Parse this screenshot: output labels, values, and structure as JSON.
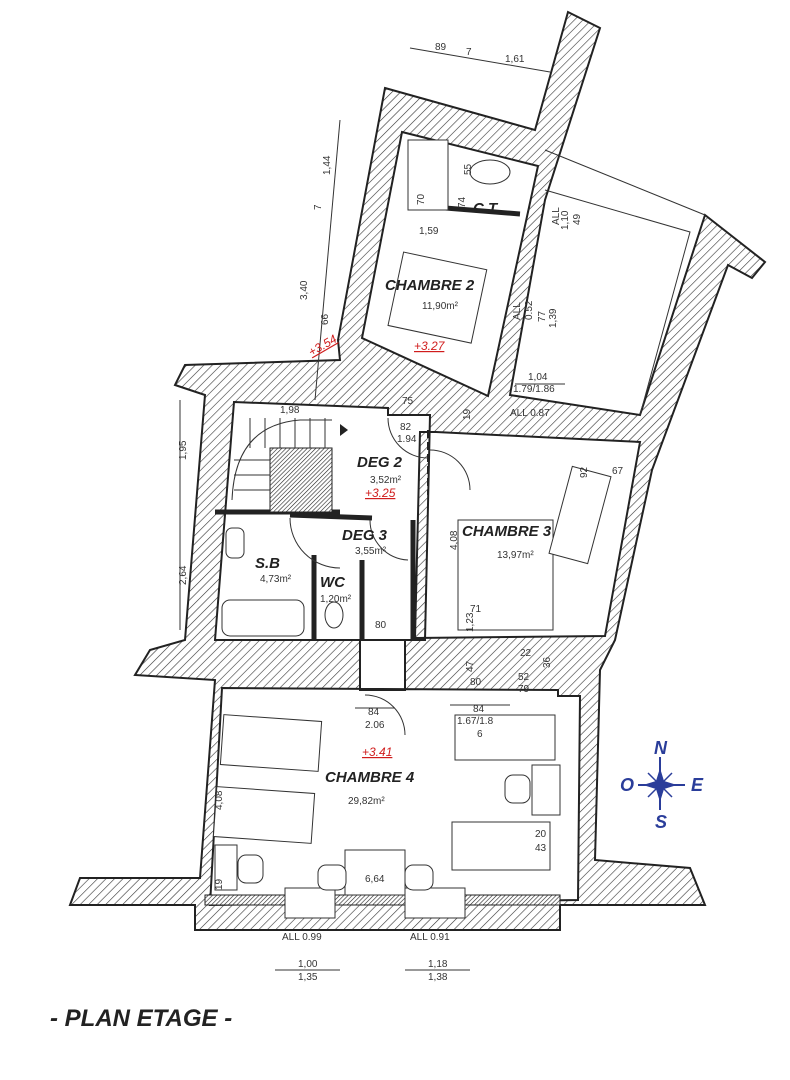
{
  "title": "- PLAN ETAGE -",
  "colors": {
    "walls": "#333333",
    "level_marks": "#d01c1c",
    "compass": "#2a3d9a"
  },
  "compass": {
    "n": "N",
    "o": "O",
    "e": "E",
    "s": "S"
  },
  "rooms": {
    "chambre2": {
      "name": "CHAMBRE 2",
      "area": "11,90m²",
      "level": "+3.27"
    },
    "ct": {
      "name": "C.T"
    },
    "deg2": {
      "name": "DEG 2",
      "area": "3,52m²",
      "level": "+3.25"
    },
    "deg3": {
      "name": "DEG 3",
      "area": "3,55m²"
    },
    "sb": {
      "name": "S.B",
      "area": "4,73m²"
    },
    "wc": {
      "name": "WC",
      "area": "1,20m²"
    },
    "chambre3": {
      "name": "CHAMBRE 3",
      "area": "13,97m²"
    },
    "chambre4": {
      "name": "CHAMBRE 4",
      "area": "29,82m²",
      "level": "+3.41"
    }
  },
  "levels": {
    "landing": "+3.54"
  },
  "dims": [
    "89",
    "7",
    "1,61",
    "1,44",
    "7",
    "3,40",
    "66",
    "70",
    "74",
    "55",
    "1,59",
    "ALL",
    "1,10",
    "49",
    "ALL",
    "0.52",
    "77",
    "1,39",
    "1,04",
    "1.79/1.86",
    "75",
    "82",
    "1.94",
    "1,98",
    "19",
    "ALL 0.87",
    "1,95",
    "2,64",
    "4,08",
    "92",
    "67",
    "71",
    "1,23",
    "80",
    "47",
    "22",
    "36",
    "52",
    "79",
    "80",
    "84",
    "2.06",
    "84",
    "1.67/1.8",
    "6",
    "4,08",
    "6,64",
    "20",
    "43",
    "19",
    "ALL 0.99",
    "ALL 0.91",
    "1,00",
    "1,35",
    "1,18",
    "1,38"
  ]
}
